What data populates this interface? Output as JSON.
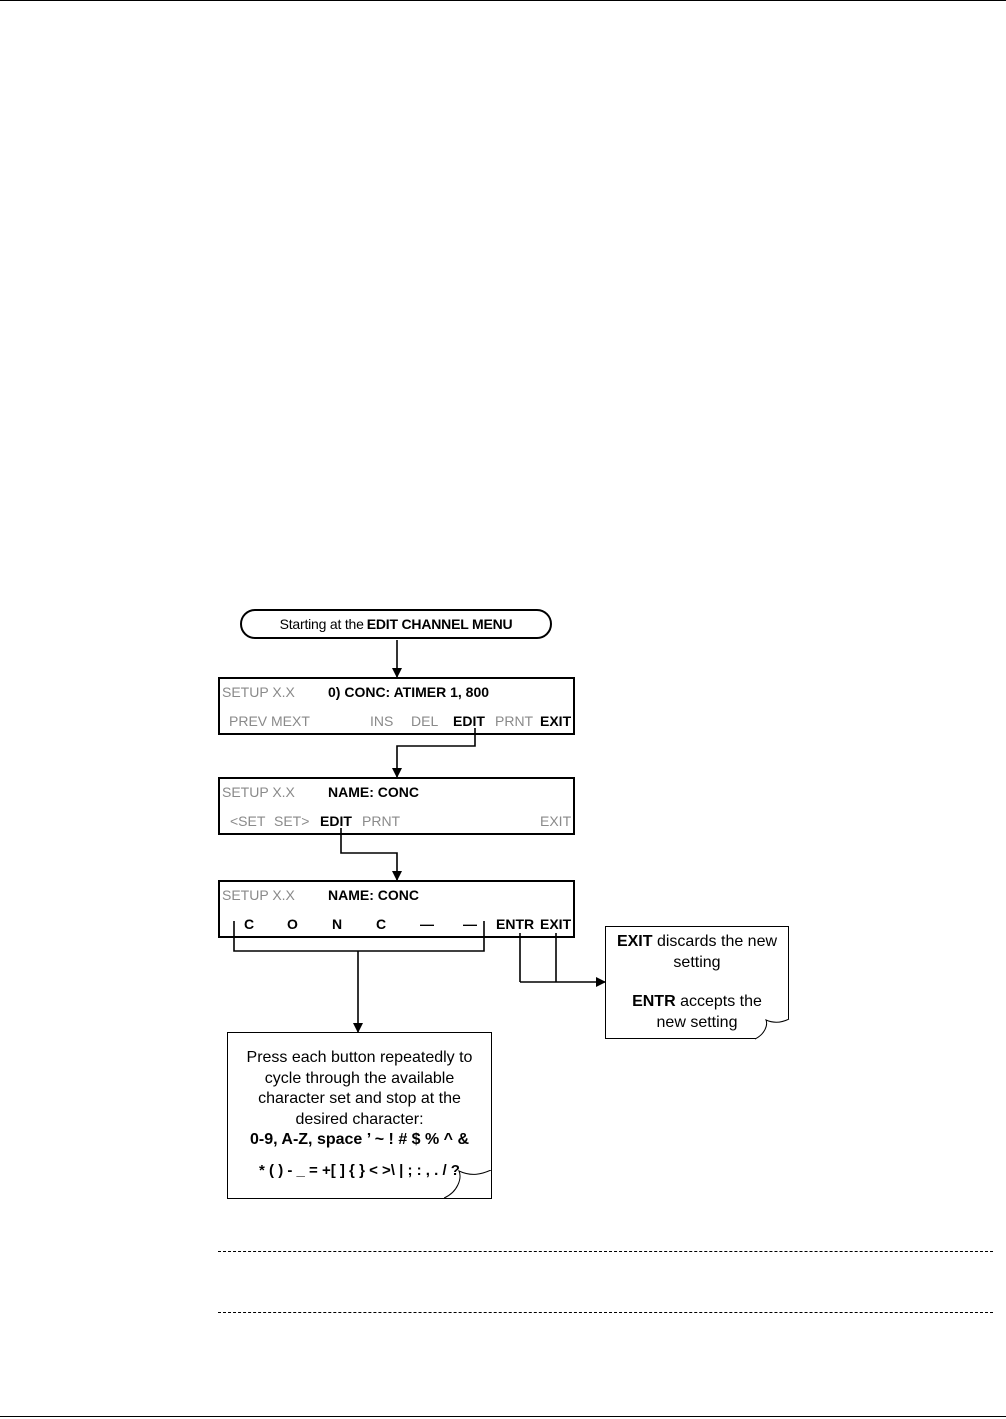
{
  "start": {
    "prefix": "Starting at the",
    "menu": "EDIT CHANNEL MENU"
  },
  "screen1": {
    "label": "SETUP X.X",
    "message": "0) CONC:  ATIMER 1, 800",
    "buttons": [
      "PREV",
      "MEXT",
      "INS",
      "DEL",
      "EDIT",
      "PRNT",
      "EXIT"
    ]
  },
  "screen2": {
    "label": "SETUP X.X",
    "message": "NAME: CONC",
    "buttons": [
      "<SET",
      "SET>",
      "EDIT",
      "PRNT",
      "EXIT"
    ]
  },
  "screen3": {
    "label": "SETUP X.X",
    "message": "NAME: CONC",
    "chars": [
      "C",
      "O",
      "N",
      "C",
      "—",
      "—"
    ],
    "buttons": [
      "ENTR",
      "EXIT"
    ]
  },
  "note_exit": {
    "exit_key": "EXIT",
    "exit_text_1": "discards the new",
    "exit_text_2": "setting",
    "entr_key": "ENTR",
    "entr_text_1": "accepts the",
    "entr_text_2": "new setting"
  },
  "note_press": {
    "line1": "Press each button repeatedly to",
    "line2": "cycle through the available",
    "line3": "character set and stop at the",
    "line4": "desired character:",
    "line5": "0-9, A-Z, space ’ ~ !  # $ % ^ &",
    "line6": "* ( ) - _ = +[ ] { } < >\\ | ; : , . / ?"
  }
}
